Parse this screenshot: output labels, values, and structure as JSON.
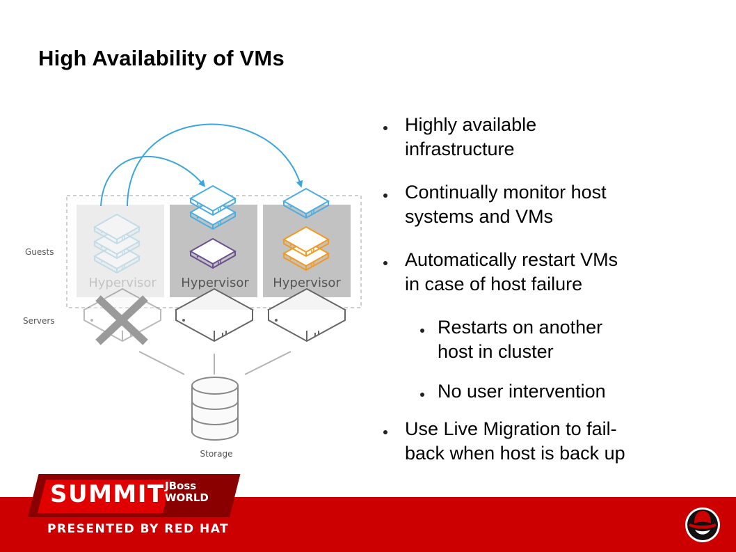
{
  "slide": {
    "title": "High Availability of VMs"
  },
  "diagram": {
    "labels": {
      "guests": "Guests",
      "servers": "Servers",
      "storage": "Storage"
    },
    "hypervisors": [
      "Hypervisor",
      "Hypervisor",
      "Hypervisor"
    ]
  },
  "bullets": [
    {
      "text": "Highly available infrastructure",
      "lines": [
        "Highly available",
        "infrastructure"
      ],
      "level": 1
    },
    {
      "text": "Continually monitor host systems and VMs",
      "lines": [
        "Continually monitor host",
        "systems and VMs"
      ],
      "level": 1
    },
    {
      "text": "Automatically restart VMs in case of host failure",
      "lines": [
        "Automatically restart VMs",
        "in case of host failure"
      ],
      "level": 1
    },
    {
      "text": "Restarts on another host in cluster",
      "lines": [
        "Restarts on another",
        "host in cluster"
      ],
      "level": 2
    },
    {
      "text": "No user intervention",
      "lines": [
        "No user intervention"
      ],
      "level": 2
    },
    {
      "text": "Use Live Migration to fail-back when host is back up",
      "lines": [
        "Use Live Migration to fail-",
        "back when host is back up"
      ],
      "level": 1
    }
  ],
  "footer": {
    "badge_main": "SUMMIT",
    "badge_side_line1": "JBoss",
    "badge_side_line2": "WORLD",
    "subtitle": "PRESENTED BY RED HAT"
  },
  "colors": {
    "brand_red": "#cc0000",
    "arrow_blue": "#3aa6dd",
    "vm_blue": "#4aaee0",
    "vm_purple": "#6b4f8e",
    "vm_orange": "#f39a1e"
  }
}
